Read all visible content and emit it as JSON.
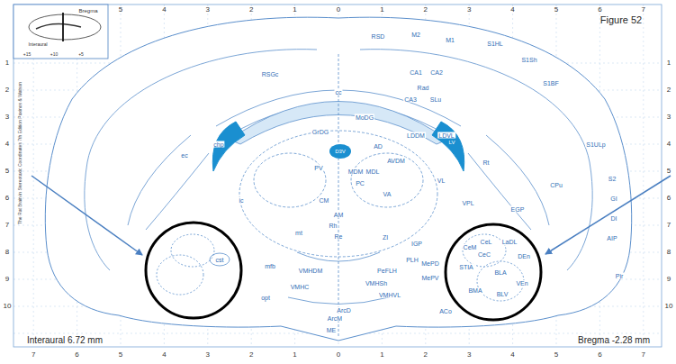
{
  "diagram": {
    "title": "Figure 52",
    "nodes": [
      {
        "text": [
          "cst"
        ]
      },
      {
        "text": [
          "CeM",
          "CeL",
          "LaDL",
          "DEn",
          "CeC",
          "STIA",
          "BLA",
          "VEn",
          "BMA",
          "BLV"
        ]
      }
    ],
    "labels": [
      "Interaural 6.72 mm",
      "Bregma -2.28 mm",
      "Bregma",
      "Interaural",
      "+15",
      "+10",
      "+5",
      "The Rat Brain in Stereotaxic Coordinates 7th Edition Paxinos & Watson",
      "5",
      "4",
      "3",
      "2",
      "1",
      "0",
      "1",
      "2",
      "3",
      "4",
      "5",
      "6",
      "7",
      "7",
      "6",
      "5",
      "4",
      "3",
      "2",
      "1",
      "0",
      "1",
      "2",
      "3",
      "4",
      "5",
      "6",
      "7",
      "1",
      "2",
      "3",
      "4",
      "5",
      "6",
      "7",
      "8",
      "9",
      "10",
      "1",
      "2",
      "3",
      "4",
      "5",
      "6",
      "7",
      "8",
      "9",
      "10",
      "RSD",
      "M2",
      "M1",
      "S1HL",
      "S1Sh",
      "S1BF",
      "S1ULp",
      "S2",
      "GI",
      "DI",
      "AIP",
      "CPu",
      "CA1",
      "CA2",
      "CA3",
      "Rad",
      "SLu",
      "MoDG",
      "GrDG",
      "LDDM",
      "LDVL",
      "AD",
      "AVDM",
      "MDL",
      "MDM",
      "PC",
      "VA",
      "VL",
      "VPL",
      "Rt",
      "EGP",
      "IGP",
      "PLH",
      "ZI",
      "PeFLH",
      "VMHDM",
      "VMHC",
      "VMHSh",
      "VMHVL",
      "ArcD",
      "ArcM",
      "ME",
      "PV",
      "CM",
      "AM",
      "Rh",
      "Re",
      "cc",
      "D3V",
      "LV",
      "chp",
      "ec",
      "RSGc",
      "ic",
      "mt",
      "mfb",
      "opt",
      "MePD",
      "MePV",
      "ACo",
      "Pir"
    ]
  }
}
